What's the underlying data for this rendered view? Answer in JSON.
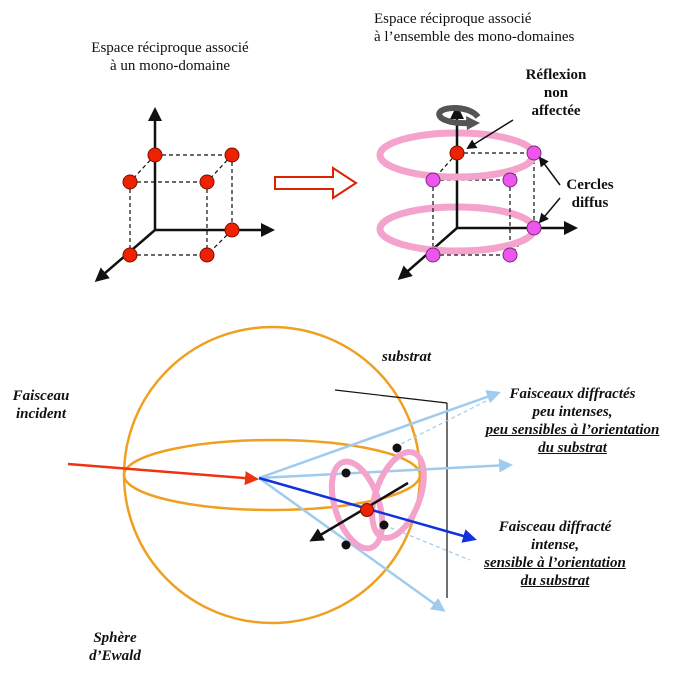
{
  "top_left": {
    "title_line1": "Espace réciproque associé",
    "title_line2": "à un mono-domaine"
  },
  "top_right": {
    "title_line1": "Espace réciproque associé",
    "title_line2": "à l’ensemble des mono-domaines",
    "reflexion_line1": "Réflexion",
    "reflexion_line2": "non",
    "reflexion_line3": "affectée",
    "cercles_line1": "Cercles",
    "cercles_line2": "diffus"
  },
  "bottom": {
    "substrat": "substrat",
    "faisceau_incident_line1": "Faisceau",
    "faisceau_incident_line2": "incident",
    "weak_line1": "Faisceaux diffractés",
    "weak_line2": "peu intenses,",
    "weak_line3": "peu sensibles à l’orientation",
    "weak_line4": "du substrat",
    "strong_line1": "Faisceau diffracté",
    "strong_line2": "intense,",
    "strong_line3": "sensible à l’orientation",
    "strong_line4": "du substrat",
    "ewald_line1": "Sphère",
    "ewald_line2": "d’Ewald"
  },
  "colors": {
    "red_point": "#ee2200",
    "magenta_point": "#ee55ee",
    "ring_pink": "#f4a3cc",
    "sphere_orange": "#f0a020",
    "incident_red": "#ee3311",
    "strong_blue": "#1133dd",
    "weak_lightblue": "#9fcbee"
  },
  "icons": [
    "rotation-arrow-icon",
    "hollow-arrow-icon"
  ]
}
